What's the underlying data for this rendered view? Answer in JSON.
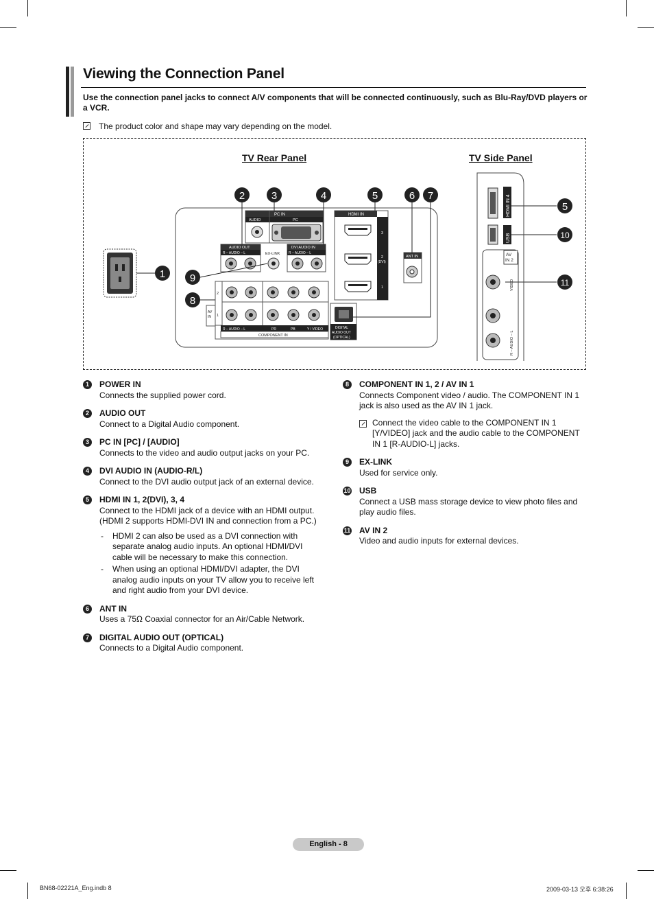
{
  "title": "Viewing the Connection Panel",
  "intro": "Use the connection panel jacks to connect A/V components that will be connected continuously, such as Blu-Ray/DVD players or a VCR.",
  "note": "The product color and shape may vary depending on the model.",
  "diagram": {
    "rear_label": "TV Rear Panel",
    "side_label": "TV Side Panel",
    "callouts": [
      "1",
      "2",
      "3",
      "4",
      "5",
      "6",
      "7",
      "8",
      "9",
      "5",
      "10",
      "11"
    ],
    "rear_text": {
      "audio": "AUDIO",
      "pc": "PC",
      "pc_in": "PC IN",
      "audio_out": "AUDIO OUT",
      "audio_out_sub": "R – AUDIO – L",
      "dvi_audio_in": "DVI AUDIO IN",
      "dvi_audio_sub": "R – AUDIO – L",
      "ex_link": "EX-LINK",
      "hdmi_in": "HDMI IN",
      "hdmi_3": "3",
      "hdmi_2": "2",
      "hdmi_dvi": "(DVI)",
      "hdmi_1": "1",
      "ant_in": "ANT IN",
      "av_in": "AV",
      "av_in2": "IN",
      "row2": "2",
      "row1": "1",
      "comp_sub": "R – AUDIO – L",
      "comp_y": "Y / VIDEO",
      "pr": "PR",
      "pb": "PB",
      "component_in": "COMPONENT IN",
      "digital": "DIGITAL",
      "audio_out_opt": "AUDIO OUT",
      "optical": "(OPTICAL)"
    },
    "side_text": {
      "hdmi_in4": "HDMI IN 4",
      "usb": "USB",
      "av": "AV",
      "in2": "IN 2",
      "video": "VIDEO",
      "audio": "R – AUDIO – L"
    }
  },
  "left_items": [
    {
      "num": "1",
      "head": "POWER IN",
      "text": "Connects the supplied power cord."
    },
    {
      "num": "2",
      "head": "AUDIO OUT",
      "text": "Connect to a Digital Audio component."
    },
    {
      "num": "3",
      "head": "PC IN [PC] / [AUDIO]",
      "text": "Connects to the video and audio output jacks on your PC."
    },
    {
      "num": "4",
      "head": "DVI AUDIO IN (AUDIO-R/L)",
      "text": "Connect to the DVI audio output jack of an external device."
    },
    {
      "num": "5",
      "head": "HDMI IN 1, 2(DVI), 3, 4",
      "text": "Connect to the HDMI jack of a device with an HDMI output. (HDMI 2 supports HDMI-DVI IN and connection from a PC.)",
      "subs": [
        "HDMI 2 can also be used as a DVI connection with separate analog audio inputs. An optional HDMI/DVI cable will be necessary to make this connection.",
        "When using an optional HDMI/DVI adapter, the DVI analog audio inputs on your TV allow you to receive left and right audio from your DVI device."
      ]
    },
    {
      "num": "6",
      "head": "ANT IN",
      "text": "Uses a 75Ω Coaxial connector for an Air/Cable Network."
    },
    {
      "num": "7",
      "head": "DIGITAL AUDIO OUT (OPTICAL)",
      "text": "Connects to a Digital Audio component."
    }
  ],
  "right_items": [
    {
      "num": "8",
      "head": "COMPONENT IN 1, 2 / AV IN 1",
      "text": "Connects Component video / audio. The COMPONENT IN 1 jack is also used as the AV IN 1 jack.",
      "note": "Connect the video cable to the COMPONENT IN 1 [Y/VIDEO] jack and the audio cable to the COMPONENT IN 1 [R-AUDIO-L] jacks."
    },
    {
      "num": "9",
      "head": "EX-LINK",
      "text": "Used for service only."
    },
    {
      "num": "10",
      "head": "USB",
      "text": "Connect a USB mass storage device to view photo files and play audio files."
    },
    {
      "num": "11",
      "head": "AV IN 2",
      "text": "Video and audio inputs for external devices."
    }
  ],
  "footer": {
    "page": "English - 8",
    "file": "BN68-02221A_Eng.indb   8",
    "stamp": "2009-03-13   오후 6:38:26"
  }
}
